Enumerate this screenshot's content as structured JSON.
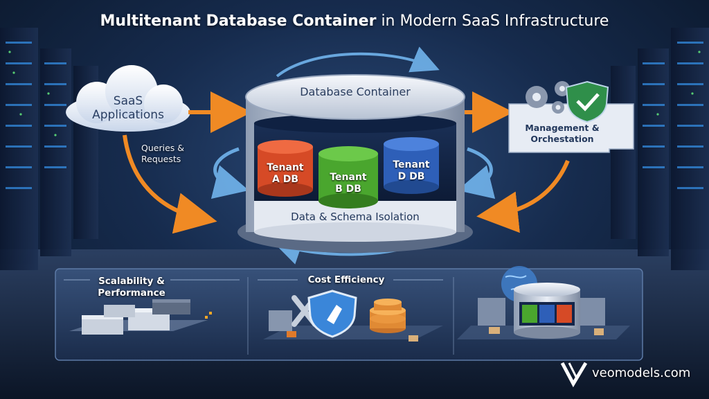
{
  "title": {
    "bold": "Multitenant Database Container",
    "rest": " in Modern SaaS Infrastructure"
  },
  "cloud": {
    "line1": "SaaS",
    "line2": "Applications"
  },
  "queries": {
    "line1": "Queries &",
    "line2": "Requests"
  },
  "container": {
    "title": "Database Container",
    "isolation": "Data & Schema Isolation"
  },
  "tenants": [
    {
      "line1": "Tenant",
      "line2": "A DB",
      "color": "#d64a26"
    },
    {
      "line1": "Tenant",
      "line2": "B DB",
      "color": "#4aa62e"
    },
    {
      "line1": "Tenant",
      "line2": "D DB",
      "color": "#2e5fb8"
    }
  ],
  "management": {
    "line1": "Management &",
    "line2": "Orchestation"
  },
  "panels": [
    {
      "line1": "Scalability &",
      "line2": "Performance"
    },
    {
      "line1": "Cost Efficiency",
      "line2": ""
    }
  ],
  "watermark": "veomodels.com",
  "colors": {
    "accent_orange": "#f08a24",
    "accent_blue": "#5fb4ff",
    "shield": "#3a86d9",
    "check_green": "#3fb34f"
  }
}
